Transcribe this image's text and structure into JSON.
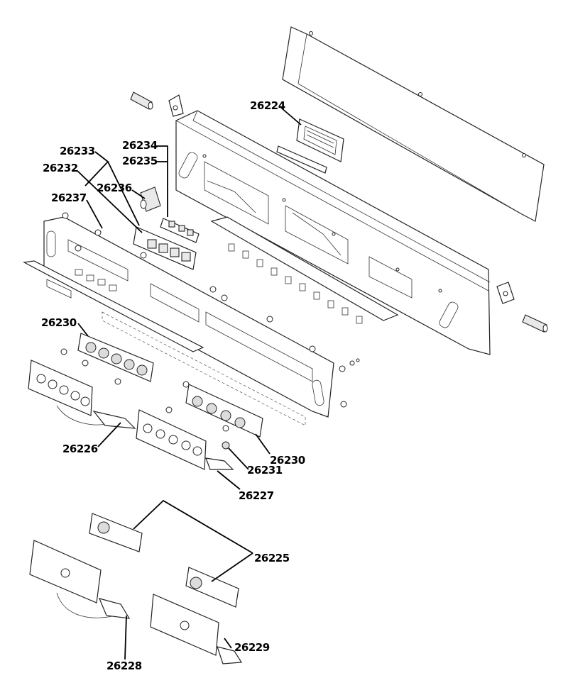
{
  "callouts": {
    "c26224": "26224",
    "c26233": "26233",
    "c26232": "26232",
    "c26234": "26234",
    "c26235": "26235",
    "c26236": "26236",
    "c26237": "26237",
    "c26230a": "26230",
    "c26230b": "26230",
    "c26226": "26226",
    "c26231": "26231",
    "c26227": "26227",
    "c26225": "26225",
    "c26228": "26228",
    "c26229": "26229"
  }
}
